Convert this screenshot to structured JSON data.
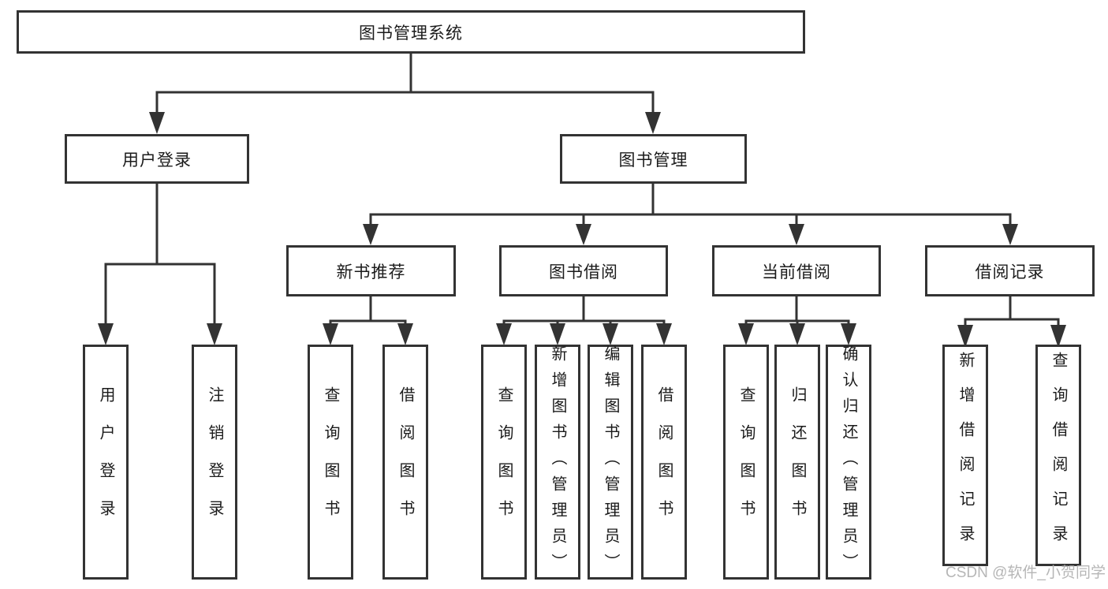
{
  "diagram": {
    "colors": {
      "line": "#333333",
      "box_border": "#333333",
      "box_fill": "#ffffff",
      "text": "#1b1b1b",
      "watermark": "#b0b0b0"
    },
    "watermark": {
      "text": "CSDN @软件_小贺同学"
    },
    "tree": {
      "label": "图书管理系统",
      "children": [
        {
          "label": "用户登录",
          "children": [
            {
              "label": "用户登录"
            },
            {
              "label": "注销登录"
            }
          ]
        },
        {
          "label": "图书管理",
          "children": [
            {
              "label": "新书推荐",
              "children": [
                {
                  "label": "查询图书"
                },
                {
                  "label": "借阅图书"
                }
              ]
            },
            {
              "label": "图书借阅",
              "children": [
                {
                  "label": "查询图书"
                },
                {
                  "label": "新增图书（管理员）"
                },
                {
                  "label": "编辑图书（管理员）"
                },
                {
                  "label": "借阅图书"
                }
              ]
            },
            {
              "label": "当前借阅",
              "children": [
                {
                  "label": "查询图书"
                },
                {
                  "label": "归还图书"
                },
                {
                  "label": "确认归还（管理员）"
                }
              ]
            },
            {
              "label": "借阅记录",
              "children": [
                {
                  "label": "新增借阅记录"
                },
                {
                  "label": "查询借阅记录"
                }
              ]
            }
          ]
        }
      ]
    }
  }
}
